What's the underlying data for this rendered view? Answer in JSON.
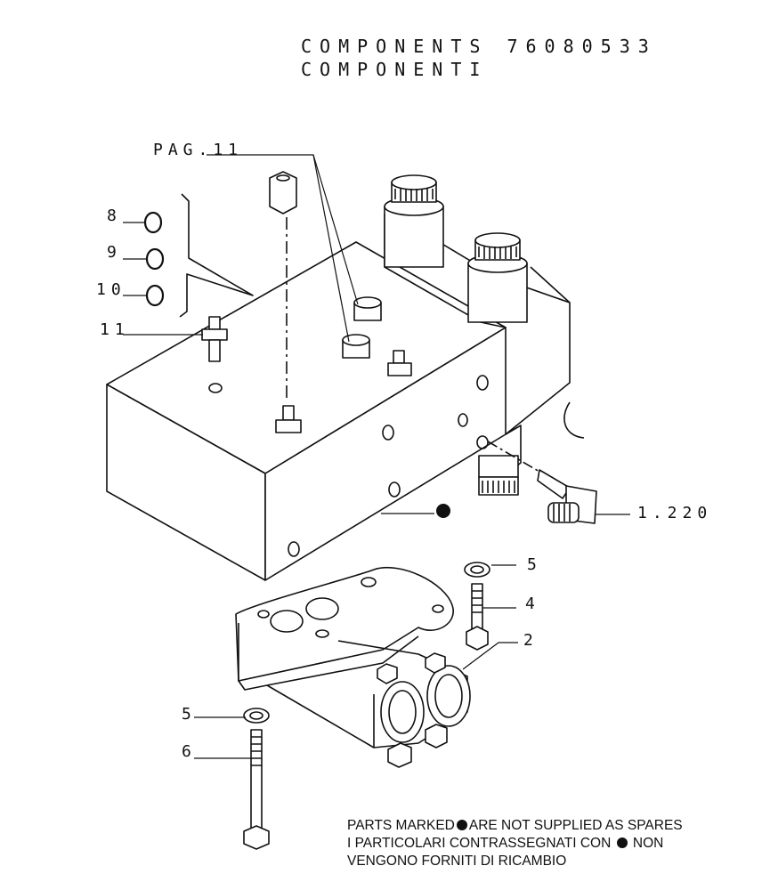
{
  "header": {
    "line1": "COMPONENTS 76080533",
    "line2": "COMPONENTI"
  },
  "callouts": {
    "pag": "PAG.11",
    "c8": "8",
    "c9": "9",
    "c10": "10",
    "c11": "11",
    "c1220": "1.220",
    "c5a": "5",
    "c4": "4",
    "c2": "2",
    "c5b": "5",
    "c6": "6"
  },
  "note": {
    "line1a": "PARTS MARKED",
    "line1b": "ARE NOT SUPPLIED AS SPARES",
    "line2a": "I PARTICOLARI  CONTRASSEGNATI  CON",
    "line2b": "NON",
    "line3": "VENGONO FORNITI DI RICAMBIO"
  }
}
